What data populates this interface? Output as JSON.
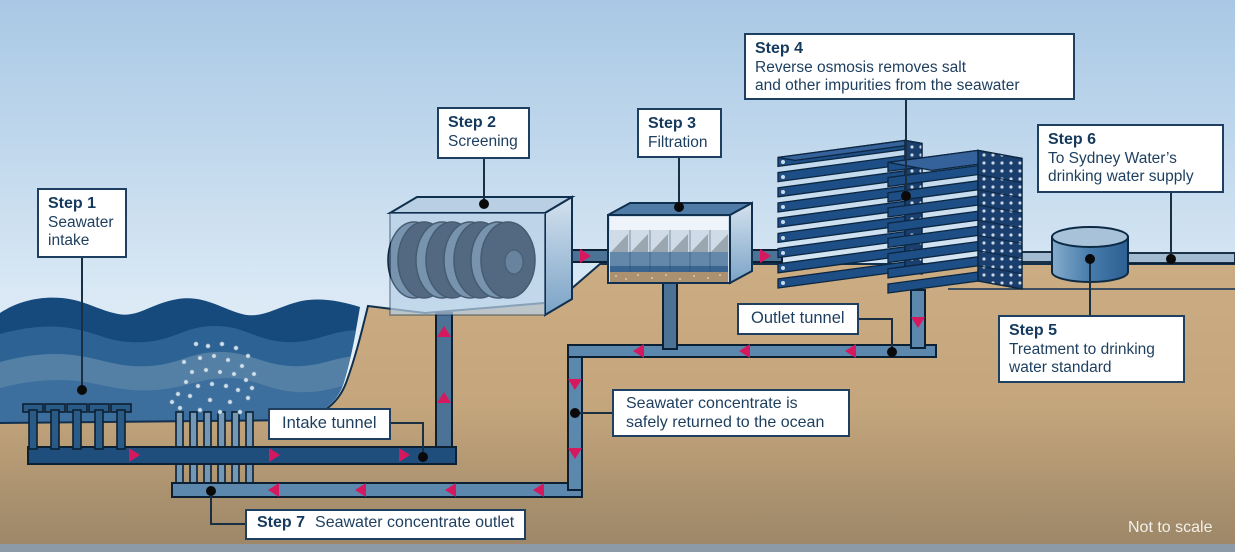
{
  "steps": [
    {
      "title": "Step 1",
      "lines": [
        "Seawater",
        "intake"
      ]
    },
    {
      "title": "Step 2",
      "lines": [
        "Screening"
      ]
    },
    {
      "title": "Step 3",
      "lines": [
        "Filtration"
      ]
    },
    {
      "title": "Step 4",
      "lines": [
        "Reverse osmosis removes salt",
        "and other impurities from the seawater"
      ]
    },
    {
      "title": "Step 5",
      "lines": [
        "Treatment to drinking",
        "water standard"
      ]
    },
    {
      "title": "Step 6",
      "lines": [
        "To Sydney Water’s",
        "drinking water supply"
      ]
    },
    {
      "title": "Step 7",
      "lines": [
        "Seawater concentrate outlet"
      ]
    }
  ],
  "labels": {
    "intake_tunnel": "Intake tunnel",
    "outlet_tunnel": "Outlet tunnel",
    "concentrate_line1": "Seawater concentrate is",
    "concentrate_line2": "safely returned to the ocean",
    "not_to_scale": "Not to scale"
  },
  "colors": {
    "arrow": "#d6195f",
    "outline": "#10293f",
    "ocean_dark": "#16497c",
    "ocean_mid": "#2d6394",
    "ocean_light": "#5580a5",
    "ocean_body": "#3d6f9e",
    "sand": "#c7a87e",
    "device_blue": "#1e4e86",
    "label_text": "#1d3e5e"
  }
}
